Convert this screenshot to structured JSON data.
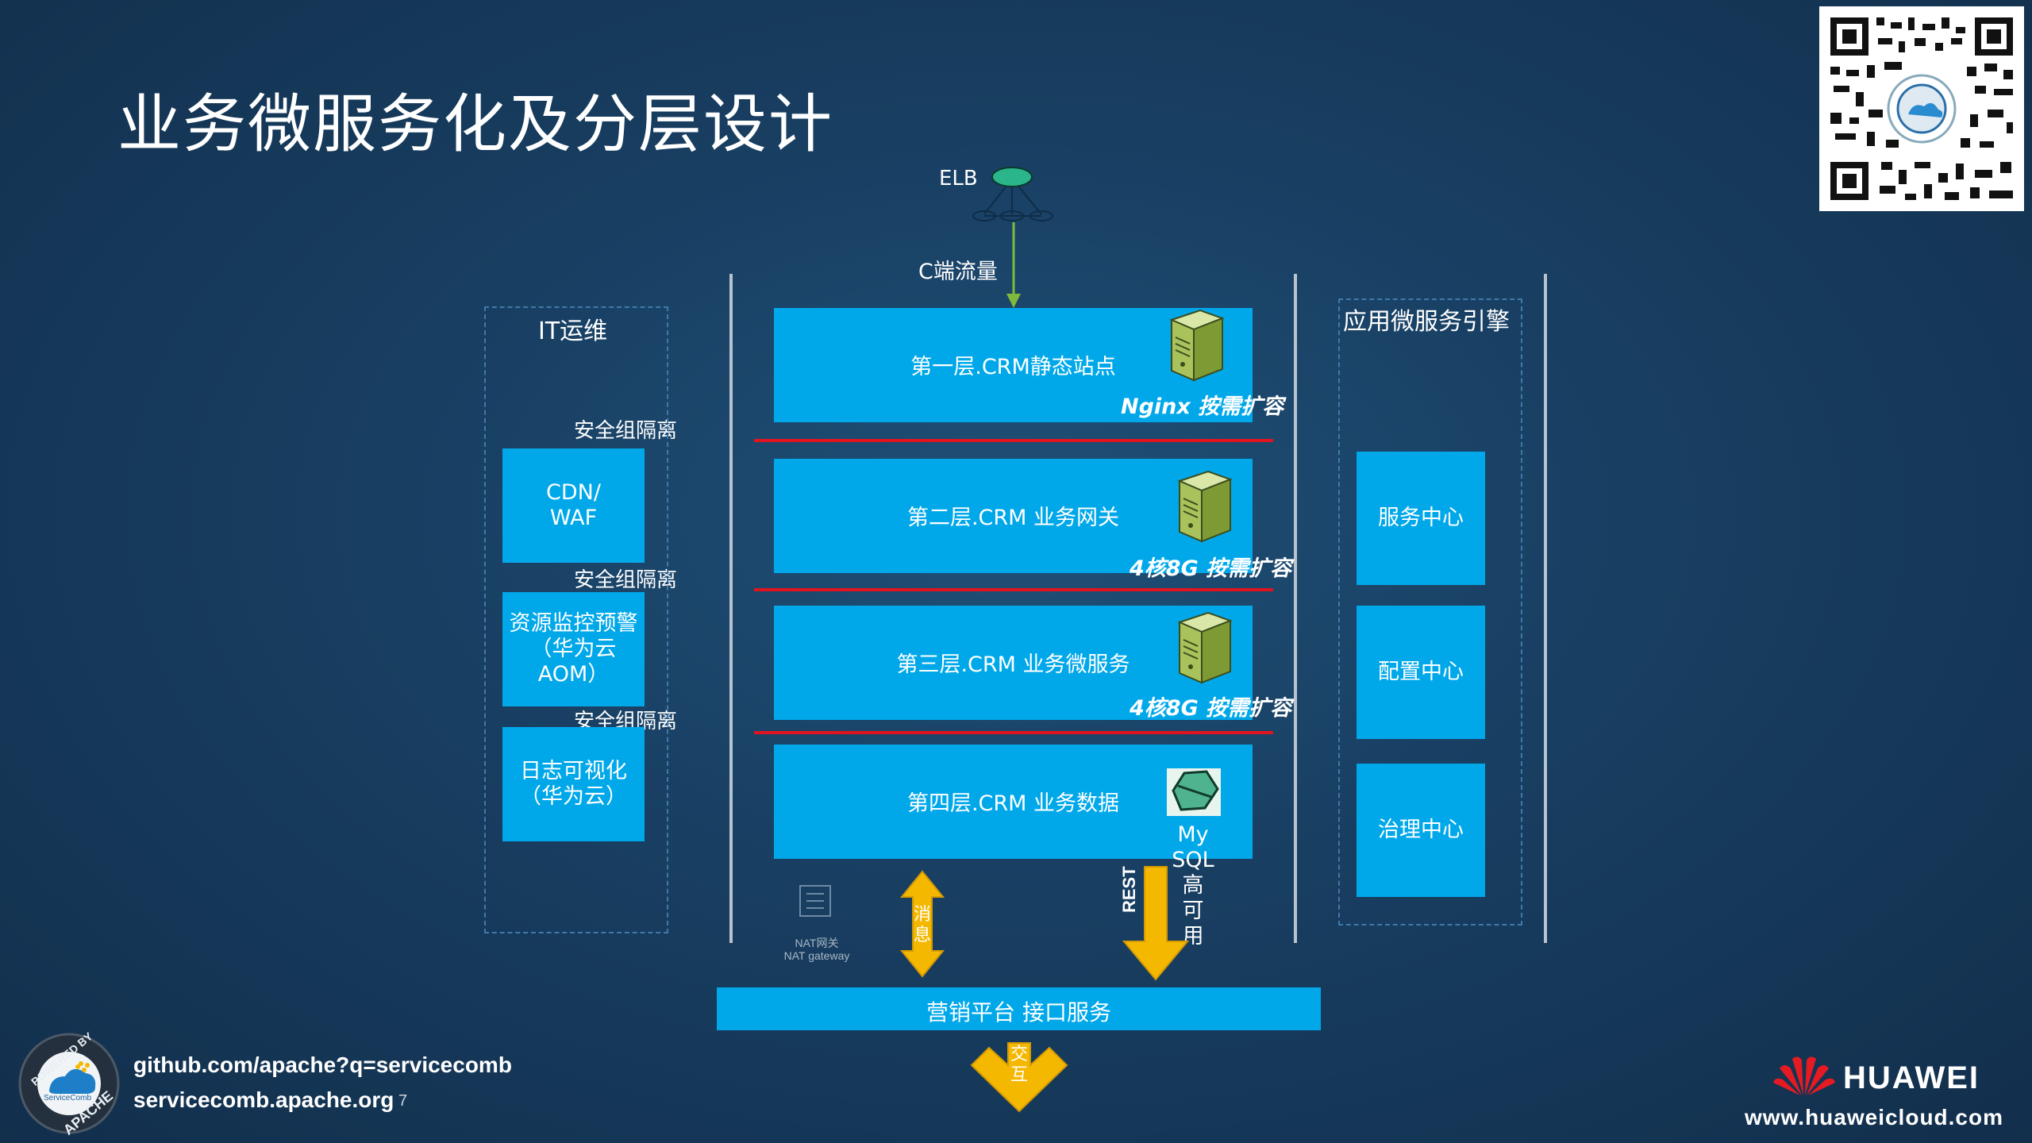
{
  "title": "业务微服务化及分层设计",
  "elb": {
    "label": "ELB",
    "traffic_label": "C端流量"
  },
  "layers": [
    {
      "label": "第一层.CRM静态站点",
      "scale": "Nginx 按需扩容",
      "icon": "server-icon"
    },
    {
      "label": "第二层.CRM 业务网关",
      "scale": "4核8G 按需扩容",
      "icon": "server-icon"
    },
    {
      "label": "第三层.CRM 业务微服务",
      "scale": "4核8G 按需扩容",
      "icon": "server-icon"
    },
    {
      "label": "第四层.CRM 业务数据",
      "scale": "My SQL 高 可 用",
      "icon": "database-icon"
    }
  ],
  "isolation_label": "安全组隔离",
  "left_panel": {
    "title": "IT运维",
    "items": [
      "CDN/\nWAF",
      "资源监控预警\n（华为云\nAOM）",
      "日志可视化\n（华为云）"
    ]
  },
  "right_panel": {
    "title": "应用微服务引擎",
    "items": [
      "服务中心",
      "配置中心",
      "治理中心"
    ]
  },
  "nat": {
    "line1": "NAT网关",
    "line2": "NAT gateway"
  },
  "arrows": {
    "message": "消息",
    "rest": "REST",
    "bottom": "交互"
  },
  "platform_bar": "营销平台 接口服务",
  "footer": {
    "link1": "github.com/apache?q=servicecomb",
    "link2": "servicecomb.apache.org",
    "page": "7",
    "logo_text_top": "POWERED BY",
    "logo_text_bottom": "APACHE",
    "logo_center": "ServiceComb",
    "brand": "HUAWEI",
    "brand_url": "www.huaweicloud.com"
  },
  "colors": {
    "accent_blue": "#00a8ea",
    "isolation_red": "#e0141e",
    "arrow_yellow": "#f5b800",
    "elb_green": "#2bb58a"
  }
}
